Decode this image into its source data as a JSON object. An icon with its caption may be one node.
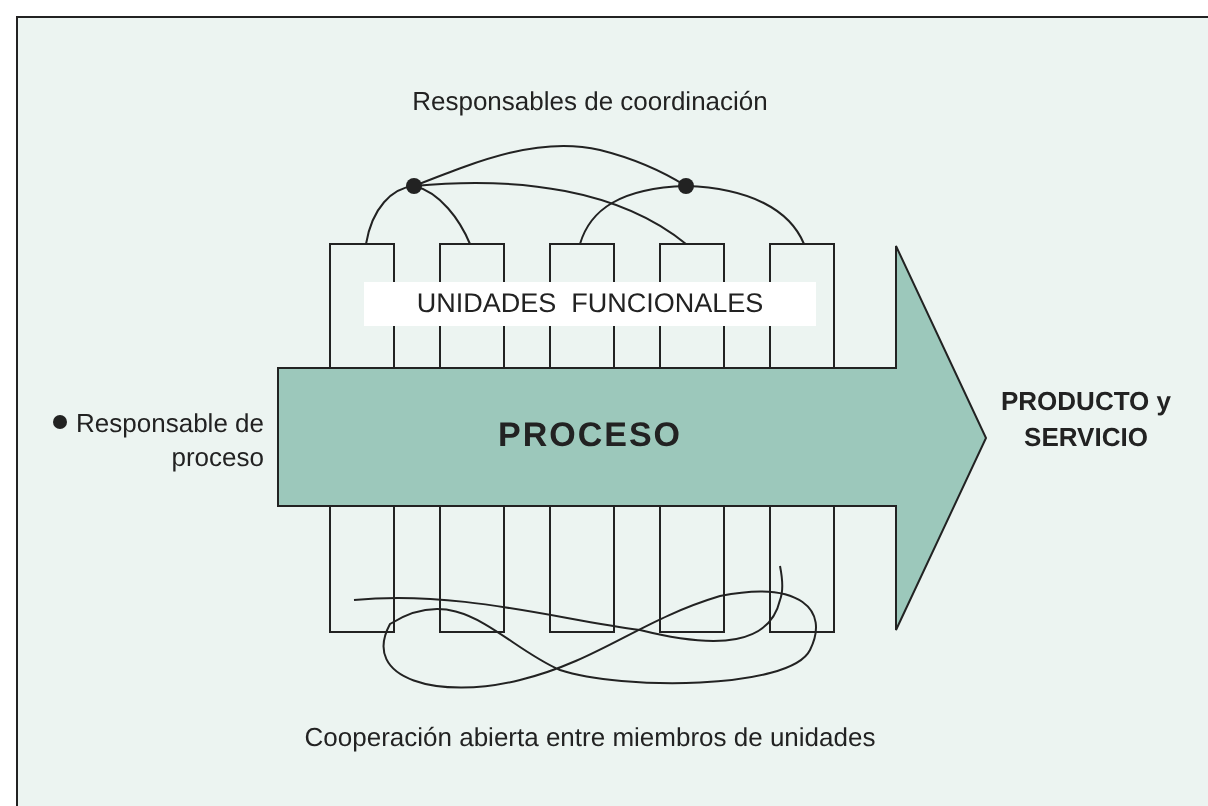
{
  "diagram": {
    "nodes": [
      {
        "text": [
          "PROCESO"
        ]
      }
    ],
    "labels": [
      "Responsables de coordinación",
      "UNIDADES  FUNCIONALES",
      "Responsable de proceso",
      "PRODUCTO y SERVICIO",
      "Cooperación abierta entre miembros de unidades"
    ]
  }
}
